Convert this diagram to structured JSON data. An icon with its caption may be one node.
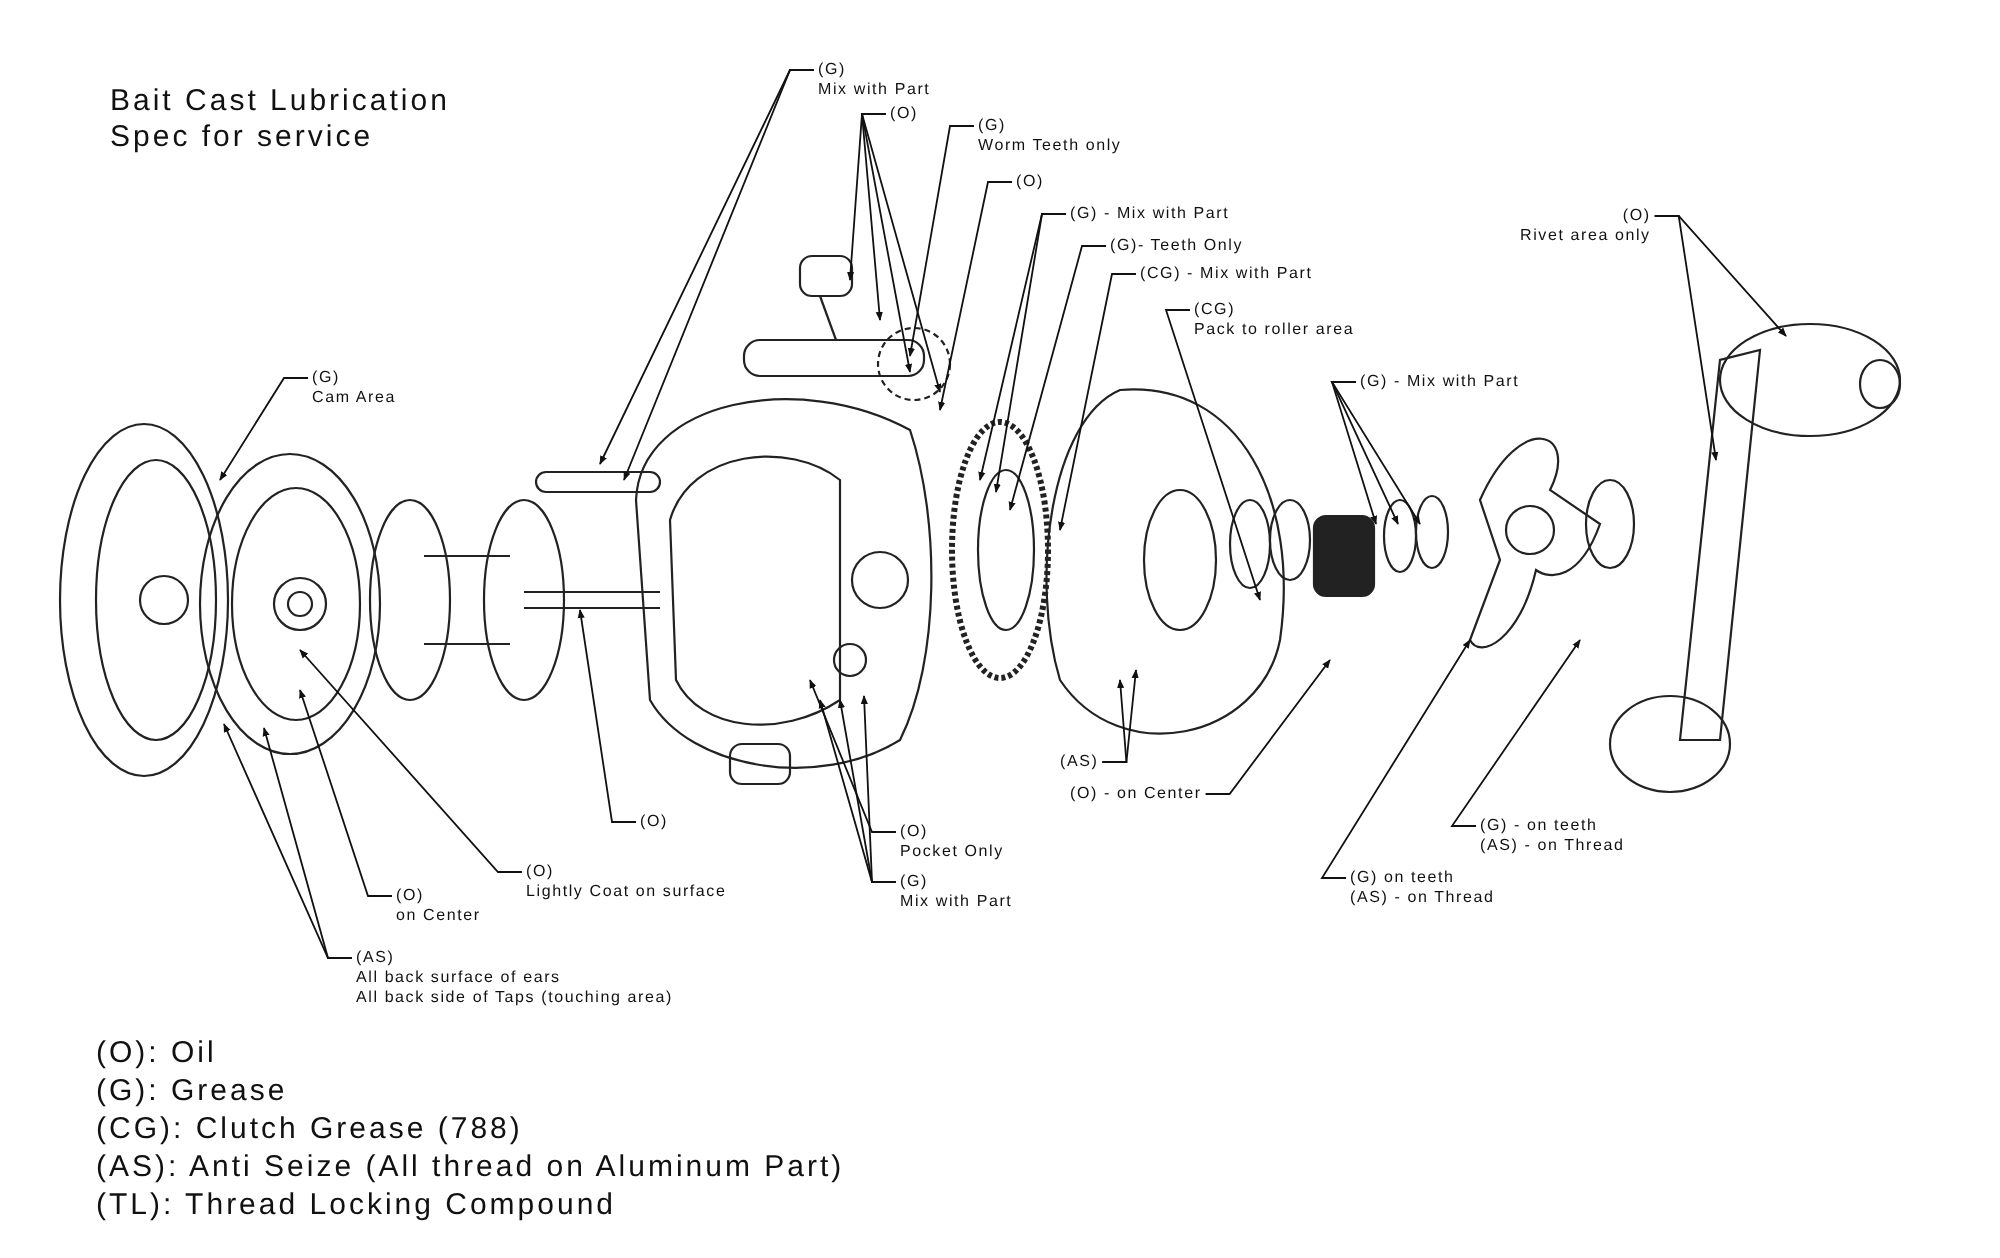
{
  "diagram": {
    "title": "Bait Cast Lubrication Spec for service",
    "nodes": [
      {
        "text": [
          "(G)",
          "Mix with Part"
        ]
      },
      {
        "text": [
          "(O)"
        ]
      },
      {
        "text": [
          "(G)",
          "Worm Teeth only"
        ]
      },
      {
        "text": [
          "(O)"
        ]
      },
      {
        "text": [
          "(G) - Mix with Part"
        ]
      },
      {
        "text": [
          "(G)- Teeth Only"
        ]
      },
      {
        "text": [
          "(CG) - Mix with Part"
        ]
      },
      {
        "text": [
          "(CG)",
          "Pack to roller area"
        ]
      },
      {
        "text": [
          "(G) - Mix with Part"
        ]
      },
      {
        "text": [
          "(O)",
          "Rivet area only"
        ]
      },
      {
        "text": [
          "(G)",
          "Cam Area"
        ]
      },
      {
        "text": [
          "(O)"
        ]
      },
      {
        "text": [
          "(O)",
          "Lightly Coat on surface"
        ]
      },
      {
        "text": [
          "(O)",
          "on Center"
        ]
      },
      {
        "text": [
          "(AS)",
          "All back surface of ears",
          "All back side of Taps (touching area)"
        ]
      },
      {
        "text": [
          "(O)",
          "Pocket Only"
        ]
      },
      {
        "text": [
          "(G)",
          "Mix with Part"
        ]
      },
      {
        "text": [
          "(AS)"
        ]
      },
      {
        "text": [
          "(O) - on Center"
        ]
      },
      {
        "text": [
          "(G) - on teeth",
          "(AS) - on Thread"
        ]
      },
      {
        "text": [
          "(G) on teeth",
          "(AS) - on Thread"
        ]
      }
    ],
    "edges": [
      {
        "from": 0,
        "to": null,
        "arrow": "to"
      },
      {
        "from": 0,
        "to": null,
        "arrow": "to"
      },
      {
        "from": 1,
        "to": null,
        "arrow": "to"
      },
      {
        "from": 1,
        "to": null,
        "arrow": "to"
      },
      {
        "from": 1,
        "to": null,
        "arrow": "to"
      },
      {
        "from": 1,
        "to": null,
        "arrow": "to"
      },
      {
        "from": 2,
        "to": null,
        "arrow": "to"
      },
      {
        "from": 3,
        "to": null,
        "arrow": "to"
      },
      {
        "from": 4,
        "to": null,
        "arrow": "to"
      },
      {
        "from": 4,
        "to": null,
        "arrow": "to"
      },
      {
        "from": 5,
        "to": null,
        "arrow": "to"
      },
      {
        "from": 6,
        "to": null,
        "arrow": "to"
      },
      {
        "from": 7,
        "to": null,
        "arrow": "to"
      },
      {
        "from": 8,
        "to": null,
        "arrow": "to"
      },
      {
        "from": 8,
        "to": null,
        "arrow": "to"
      },
      {
        "from": 8,
        "to": null,
        "arrow": "to"
      },
      {
        "from": 9,
        "to": null,
        "arrow": "to"
      },
      {
        "from": 9,
        "to": null,
        "arrow": "to"
      },
      {
        "from": 10,
        "to": null,
        "arrow": "to"
      },
      {
        "from": 11,
        "to": null,
        "arrow": "to"
      },
      {
        "from": 12,
        "to": null,
        "arrow": "to"
      },
      {
        "from": 13,
        "to": null,
        "arrow": "to"
      },
      {
        "from": 14,
        "to": null,
        "arrow": "to"
      },
      {
        "from": 14,
        "to": null,
        "arrow": "to"
      },
      {
        "from": 15,
        "to": null,
        "arrow": "to"
      },
      {
        "from": 16,
        "to": null,
        "arrow": "to"
      },
      {
        "from": 16,
        "to": null,
        "arrow": "to"
      },
      {
        "from": 16,
        "to": null,
        "arrow": "to"
      },
      {
        "from": 17,
        "to": null,
        "arrow": "to"
      },
      {
        "from": 17,
        "to": null,
        "arrow": "to"
      },
      {
        "from": 18,
        "to": null,
        "arrow": "to"
      },
      {
        "from": 19,
        "to": null,
        "arrow": "to"
      },
      {
        "from": 20,
        "to": null,
        "arrow": "to"
      }
    ],
    "labels": [
      "(O): Oil",
      "(G): Grease",
      "(CG): Clutch Grease (788)",
      "(AS): Anti Seize (All thread on Aluminum Part)",
      "(TL): Thread Locking Compound"
    ]
  }
}
